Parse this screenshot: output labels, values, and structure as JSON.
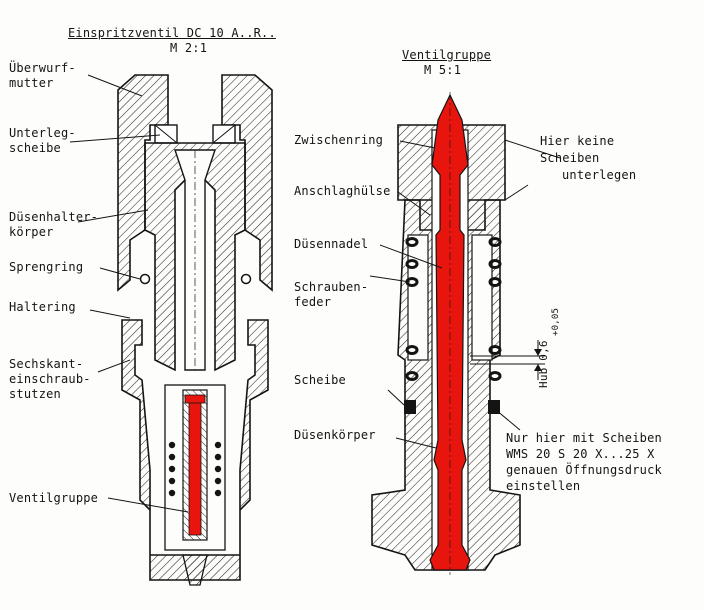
{
  "left_view": {
    "title": "Einspritzventil DC 10 A..R..",
    "scale": "M 2:1",
    "labels": {
      "ueberwurf_1": "Überwurf-",
      "ueberwurf_2": "mutter",
      "unterleg_1": "Unterleg-",
      "unterleg_2": "scheibe",
      "duesenhalter_1": "Düsenhalter-",
      "duesenhalter_2": "körper",
      "sprengring": "Sprengring",
      "haltering": "Haltering",
      "sechskant_1": "Sechskant-",
      "sechskant_2": "einschraub-",
      "sechskant_3": "stutzen",
      "ventilgruppe": "Ventilgruppe"
    }
  },
  "right_view": {
    "title": "Ventilgruppe",
    "scale": "M 5:1",
    "labels": {
      "zwischenring": "Zwischenring",
      "anschlaghuelse": "Anschlaghülse",
      "duesennadel": "Düsennadel",
      "schraubenfeder_1": "Schrauben-",
      "schraubenfeder_2": "feder",
      "scheibe": "Scheibe",
      "duesenkoerper": "Düsenkörper"
    },
    "note_top": [
      "Hier keine",
      "Scheiben",
      "unterlegen"
    ],
    "note_bottom": [
      "Nur hier mit Scheiben",
      "WMS 20 S 20 X...25 X",
      "genauen Öffnungsdruck",
      "einstellen"
    ],
    "stroke_label": "Hub 0,6",
    "tolerance_label": "+0,05"
  },
  "colors": {
    "highlight": "#e8140e",
    "ink": "#141414",
    "paper": "#fdfdfb"
  }
}
